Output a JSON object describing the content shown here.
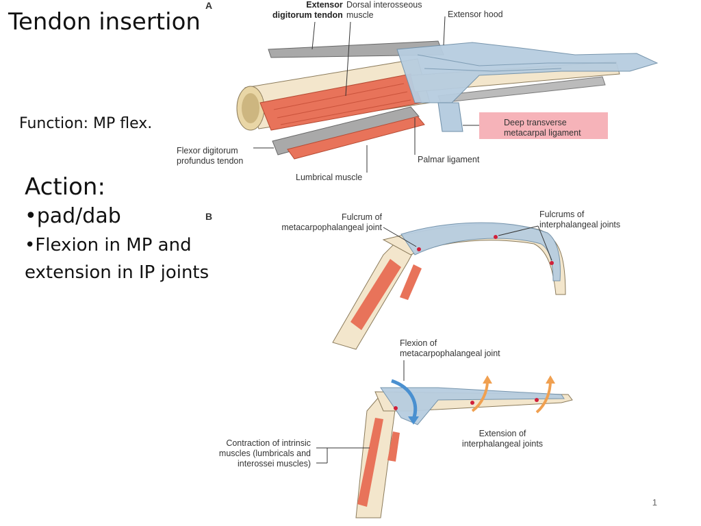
{
  "slide": {
    "title": "Tendon insertion",
    "function_text": "Function: MP flex.",
    "action_heading": "Action:",
    "bullets": [
      "•pad/dab",
      "•Flexion in MP and extension in IP joints"
    ],
    "page_number": "1"
  },
  "figure": {
    "panel_a": {
      "letter": "A",
      "labels": {
        "extensor_line1": "Extensor",
        "extensor_line2": "digitorum tendon",
        "dorsal_line1": "Dorsal interosseous",
        "dorsal_line2": "muscle",
        "extensor_hood": "Extensor hood",
        "deep_line1": "Deep transverse",
        "deep_line2": "metacarpal ligament",
        "flexor_line1": "Flexor digitorum",
        "flexor_line2": "profundus tendon",
        "palmar": "Palmar ligament",
        "lumbrical": "Lumbrical muscle"
      }
    },
    "panel_b": {
      "letter": "B",
      "labels": {
        "fulcrum_mp_line1": "Fulcrum of",
        "fulcrum_mp_line2": "metacarpophalangeal joint",
        "fulcrum_ip_line1": "Fulcrums of",
        "fulcrum_ip_line2": "interphalangeal joints",
        "flexion_line1": "Flexion of",
        "flexion_line2": "metacarpophalangeal joint",
        "contraction_line1": "Contraction of intrinsic",
        "contraction_line2": "muscles (lumbricals and",
        "contraction_line3": "interossei muscles)",
        "extension_line1": "Extension of",
        "extension_line2": "interphalangeal joints"
      }
    },
    "colors": {
      "bone": "#f3e6cc",
      "muscle": "#e8735a",
      "hood": "#b7cde0",
      "highlight": "#f4a0a8",
      "flexion_arrow": "#4a90d0",
      "extension_arrow": "#f0a050"
    }
  }
}
